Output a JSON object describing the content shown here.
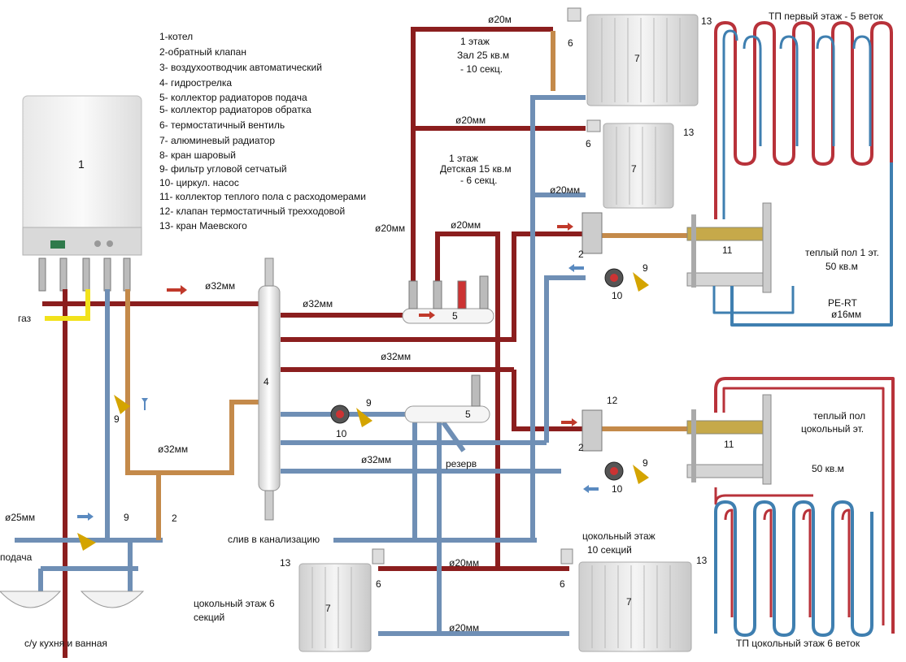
{
  "legend": [
    "1-котел",
    "2-обратный клапан",
    "3- воздухоотводчик автоматический",
    "4- гидрострелка",
    "5- коллектор радиаторов подача",
    "5- коллектор радиаторов обратка",
    "6- термостатичный вентиль",
    "7- алюминевый радиатор",
    "8- кран шаровый",
    "9- фильтр угловой сетчатый",
    "10- циркул. насос",
    "11- коллектор теплого пола с расходомерами",
    "12- клапан термостатичный  трехходовой",
    "13- кран Маевского"
  ],
  "labels": {
    "boiler_num": "1",
    "gas": "газ",
    "supply": "подача",
    "sink": "с/у кухня и  ванная",
    "d25": "ø25мм",
    "d32_a": "ø32мм",
    "d32_b": "ø32мм",
    "d32_c": "ø32мм",
    "d32_d": "ø32мм",
    "d32_e": "ø32мм",
    "d20_a": "ø20м",
    "d20_b": "ø20мм",
    "d20_c": "ø20мм",
    "d20_d": "ø20мм",
    "d20_e": "ø20мм",
    "d20_f": "ø20мм",
    "d20_g": "ø20мм",
    "room1_line1": "1 этаж",
    "room1_line2": "Зал 25 кв.м",
    "room1_line3": "- 10 секц.",
    "room2_line1": "1 этаж",
    "room2_line2": "Детская 15 кв.м",
    "room2_line3": "- 6 секц.",
    "hydro": "4",
    "coll_top": "5",
    "coll_bot": "5",
    "drain": "слив в канализацию",
    "reserve": "резерв",
    "tp1_title": "ТП первый этаж - 5 веток",
    "tp1_line1": "теплый пол 1 эт.",
    "tp1_line2": "50 кв.м",
    "pe_rt": "PE-RT",
    "d16": "ø16мм",
    "tp0_line1": "теплый пол",
    "tp0_line2": "цокольный эт.",
    "tp0_line3": "50 кв.м",
    "tp0_title": "ТП цокольный этаж 6 веток",
    "base_right_1": "цокольный этаж",
    "base_right_2": "10 секций",
    "base_left_1": "цокольный этаж 6",
    "base_left_2": "секций",
    "n2a": "2",
    "n2b": "2",
    "n2c": "2",
    "n6a": "6",
    "n6b": "6",
    "n6c": "6",
    "n6d": "6",
    "n7a": "7",
    "n7b": "7",
    "n7c": "7",
    "n7d": "7",
    "n9a": "9",
    "n9b": "9",
    "n9c": "9",
    "n9d": "9",
    "n9e": "9",
    "n10a": "10",
    "n10b": "10",
    "n10c": "10",
    "n11a": "11",
    "n11b": "11",
    "n12": "12",
    "n13a": "13",
    "n13b": "13",
    "n13c": "13",
    "n13d": "13"
  },
  "colors": {
    "supply_pipe": "#8b1e1e",
    "return_pipe": "#6f8fb5",
    "gas_pipe": "#f2e21b",
    "copper_pipe": "#c48a4a",
    "floor_red": "#b8323a",
    "floor_blue": "#3f7fb0"
  }
}
